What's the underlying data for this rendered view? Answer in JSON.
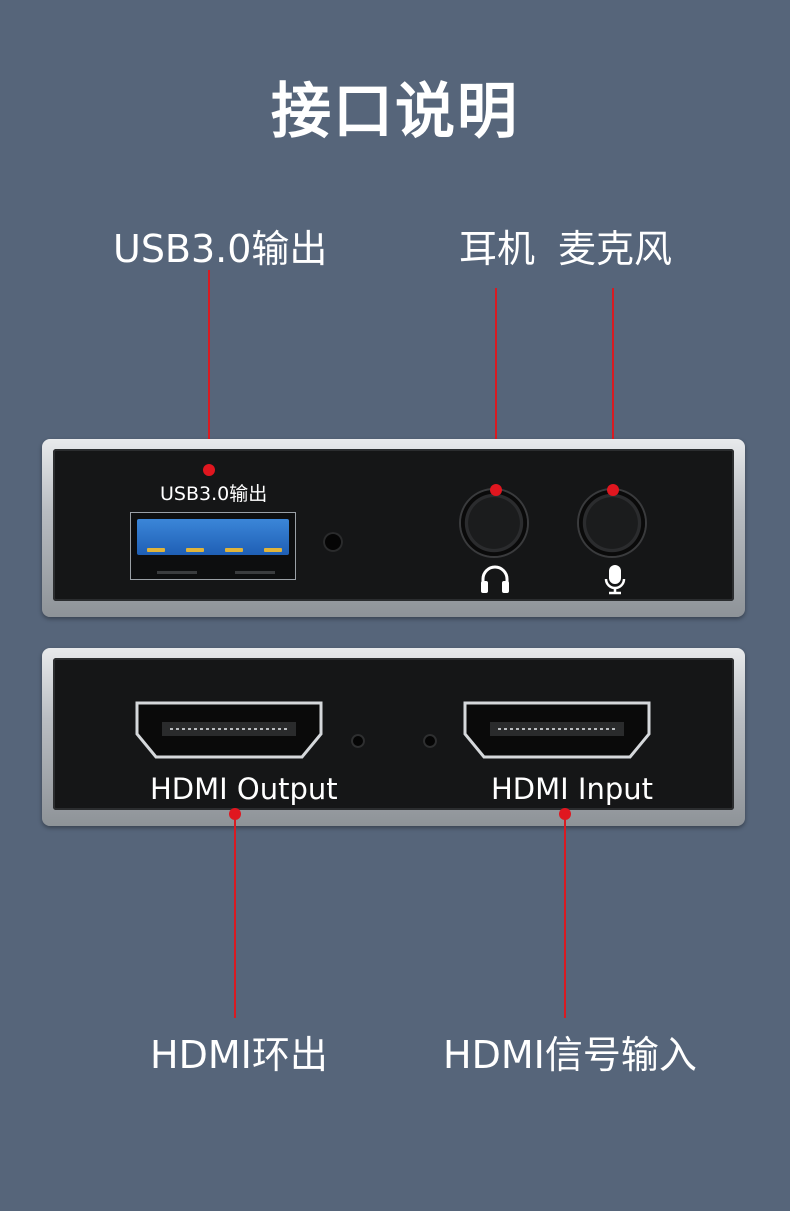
{
  "title": "接口说明",
  "labels": {
    "usb_out": "USB3.0输出",
    "headphone": "耳机",
    "microphone": "麦克风",
    "hdmi_loop_out": "HDMI环出",
    "hdmi_signal_in": "HDMI信号输入"
  },
  "device_top": {
    "usb_label": "USB3.0输出",
    "headphone_icon": "headphone-icon",
    "microphone_icon": "microphone-icon"
  },
  "device_bottom": {
    "hdmi_output": "HDMI Output",
    "hdmi_input": "HDMI Input"
  },
  "colors": {
    "background": "#56657a",
    "lead_line": "#d81b22",
    "usb_blue": "#2f74c8"
  }
}
